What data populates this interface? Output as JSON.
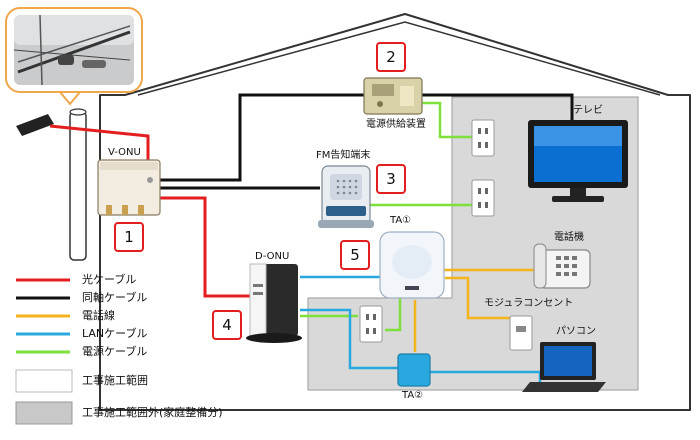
{
  "legend": {
    "items": [
      {
        "label": "光ケーブル",
        "color": "#e41e1e"
      },
      {
        "label": "同軸ケーブル",
        "color": "#111111"
      },
      {
        "label": "電話線",
        "color": "#f5b31c"
      },
      {
        "label": "LANケーブル",
        "color": "#29a8e0"
      },
      {
        "label": "電源ケーブル",
        "color": "#7ee03a"
      }
    ],
    "area_white": "工事施工範囲",
    "area_gray": "工事施工範囲外(家庭整備分)"
  },
  "devices": {
    "vonu": "V-ONU",
    "power_supply": "電源供給装置",
    "fm": "FM告知端末",
    "ta1": "TA①",
    "donu": "D-ONU",
    "ta2": "TA②",
    "tv": "テレビ",
    "phone": "電話機",
    "modular": "モジュラコンセント",
    "pc": "パソコン"
  },
  "numbers": [
    "1",
    "2",
    "3",
    "4",
    "5"
  ]
}
